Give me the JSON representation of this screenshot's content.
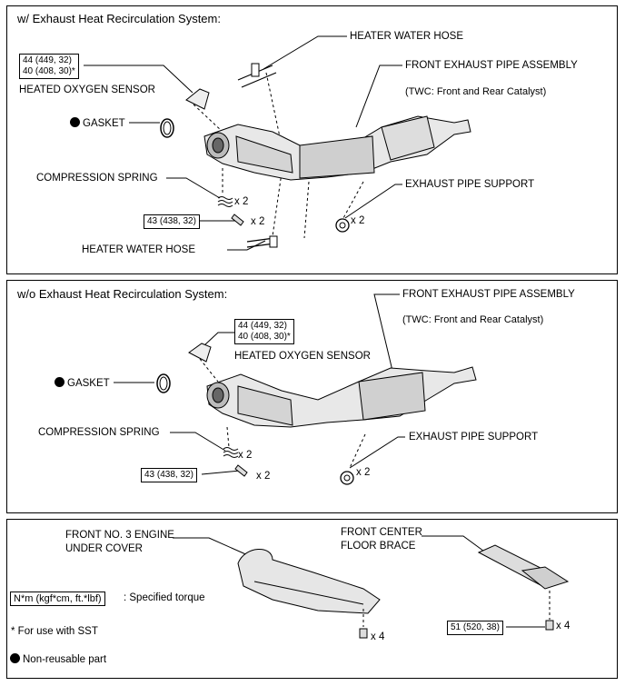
{
  "panel1": {
    "title": "w/ Exhaust Heat Recirculation System:",
    "heater_water_hose_top": "HEATER WATER HOSE",
    "front_exhaust_pipe": "FRONT EXHAUST PIPE ASSEMBLY",
    "twc_note": "(TWC: Front and Rear Catalyst)",
    "torque_sensor_line1": "44 (449, 32)",
    "torque_sensor_line2": "40 (408, 30)*",
    "heated_oxygen_sensor": "HEATED OXYGEN SENSOR",
    "gasket": "GASKET",
    "compression_spring": "COMPRESSION SPRING",
    "spring_qty": "x 2",
    "torque_bolt": "43 (438, 32)",
    "bolt_qty": "x 2",
    "exhaust_pipe_support": "EXHAUST PIPE SUPPORT",
    "support_qty": "x 2",
    "heater_water_hose_bottom": "HEATER WATER HOSE"
  },
  "panel2": {
    "title": "w/o Exhaust Heat Recirculation System:",
    "front_exhaust_pipe": "FRONT EXHAUST PIPE ASSEMBLY",
    "twc_note": "(TWC: Front and Rear Catalyst)",
    "torque_sensor_line1": "44 (449, 32)",
    "torque_sensor_line2": "40 (408, 30)*",
    "heated_oxygen_sensor": "HEATED OXYGEN SENSOR",
    "gasket": "GASKET",
    "compression_spring": "COMPRESSION SPRING",
    "spring_qty": "x 2",
    "torque_bolt": "43 (438, 32)",
    "bolt_qty": "x 2",
    "exhaust_pipe_support": "EXHAUST PIPE SUPPORT",
    "support_qty": "x 2"
  },
  "panel3": {
    "under_cover_line1": "FRONT NO. 3 ENGINE",
    "under_cover_line2": "UNDER COVER",
    "floor_brace_line1": "FRONT CENTER",
    "floor_brace_line2": "FLOOR BRACE",
    "cover_qty": "x 4",
    "brace_torque": "51 (520, 38)",
    "brace_qty": "x 4"
  },
  "legend": {
    "torque_unit": "N*m (kgf*cm, ft.*lbf)",
    "torque_desc": ": Specified torque",
    "sst_note": "* For use with SST",
    "non_reusable": "Non-reusable part"
  }
}
